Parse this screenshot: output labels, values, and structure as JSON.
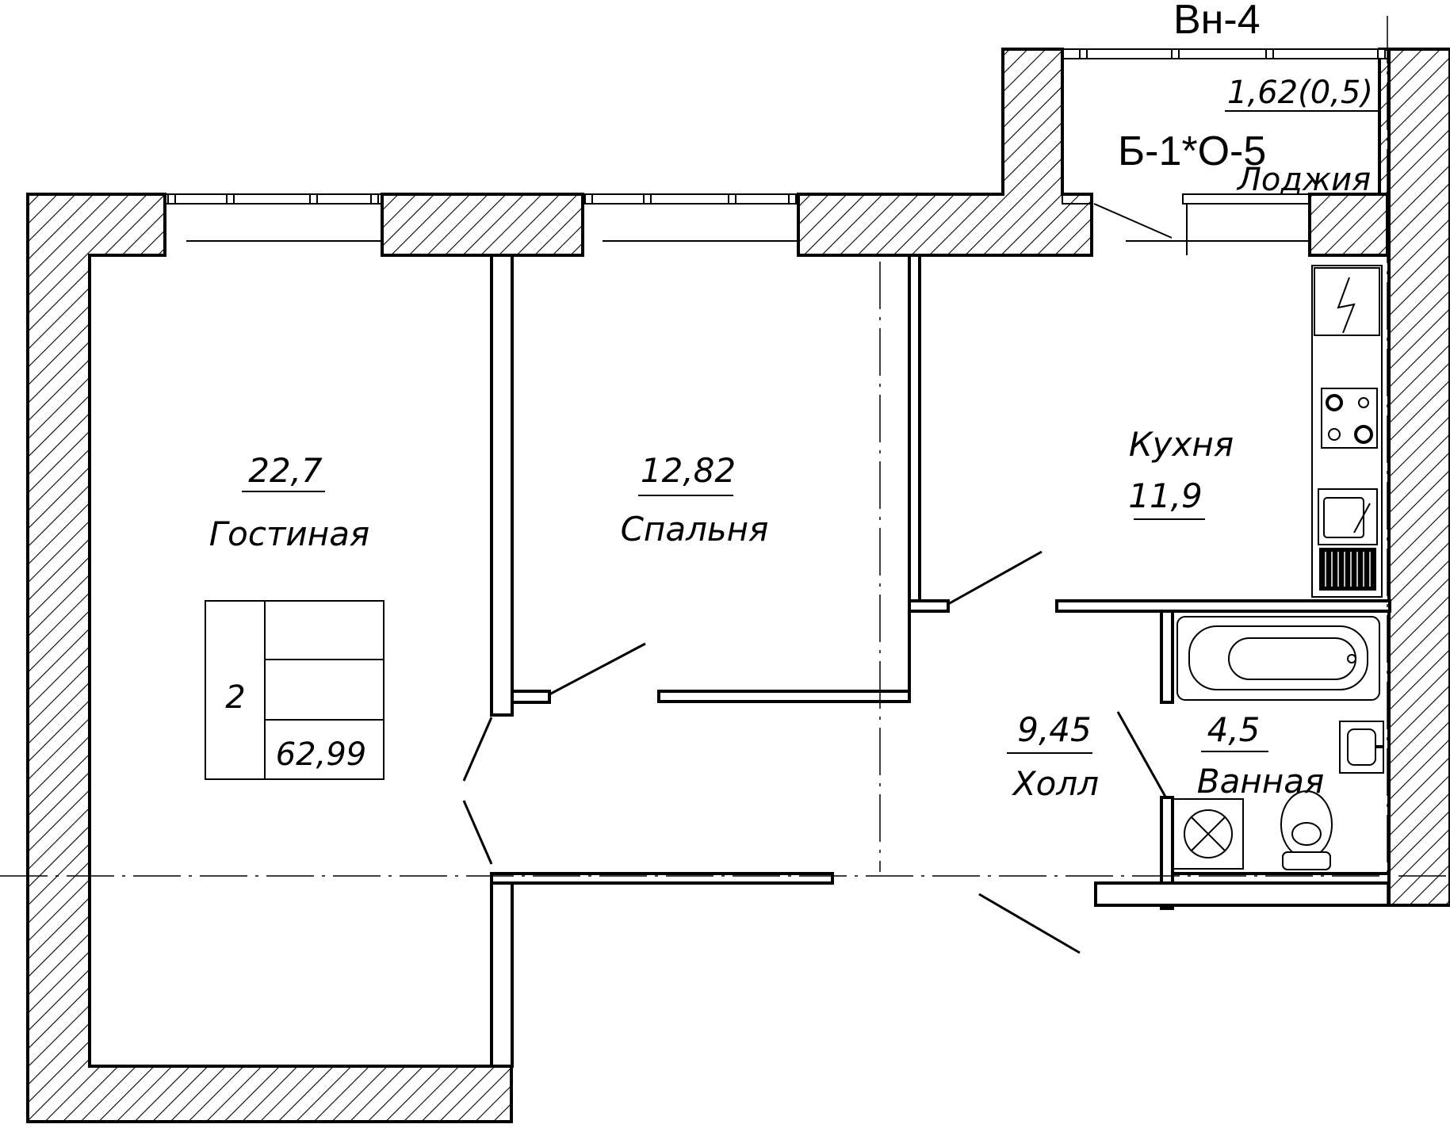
{
  "plan": {
    "section_label": "Вн-4",
    "apartment_code": "Б-1*О-5",
    "rooms": [
      {
        "id": "living",
        "name": "Гостиная",
        "area": "22,7"
      },
      {
        "id": "bedroom",
        "name": "Спальня",
        "area": "12,82"
      },
      {
        "id": "kitchen",
        "name": "Кухня",
        "area": "11,9"
      },
      {
        "id": "hall",
        "name": "Холл",
        "area": "9,45"
      },
      {
        "id": "bath",
        "name": "Ванная",
        "area": "4,5"
      },
      {
        "id": "loggia",
        "name": "Лоджия",
        "area": "1,62(0,5)"
      }
    ],
    "summary": {
      "rooms_count": "2",
      "total_area": "62,99"
    }
  }
}
